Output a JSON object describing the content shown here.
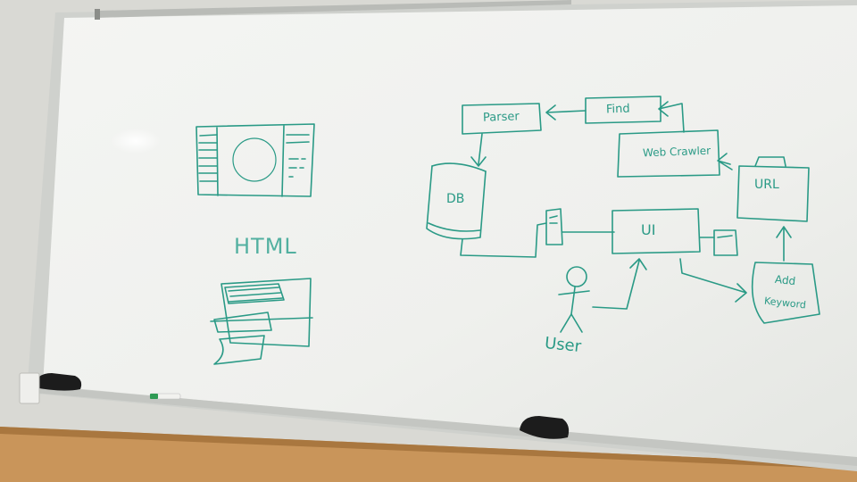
{
  "labels": {
    "parser": "Parser",
    "find": "Find",
    "web_crawler": "Web Crawler",
    "db": "DB",
    "url": "URL",
    "ui": "UI",
    "add_keyword_line1": "Add",
    "add_keyword_line2": "Keyword",
    "user": "User",
    "html": "HTML"
  },
  "colors": {
    "marker_ink": "#2a9a86",
    "board_white": "#f0f1ee",
    "wall": "#d7d7d2",
    "wood": "#c99658"
  }
}
